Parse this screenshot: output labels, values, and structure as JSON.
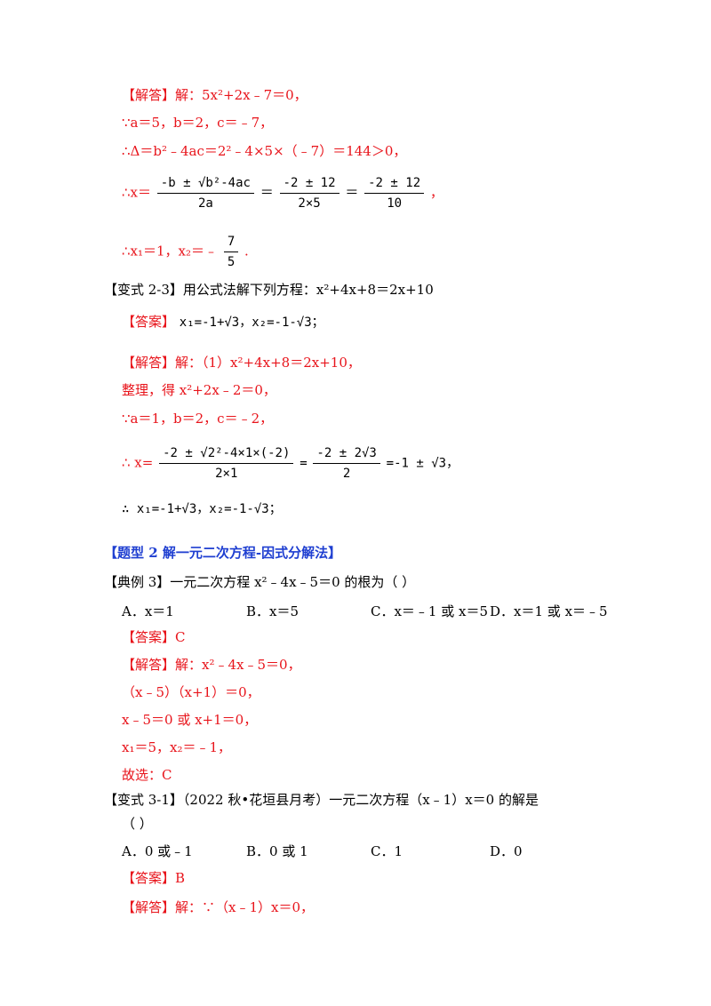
{
  "block1": {
    "l1": "【解答】解：5x²+2x﹣7＝0，",
    "l2": "∵a＝5，b＝2，c＝﹣7，",
    "l3": "∴Δ＝b²﹣4ac＝2²﹣4×5×（﹣7）＝144＞0，",
    "l4_prefix": "∴x＝",
    "f1_num": "-b ± √b²-4ac",
    "f1_den": "2a",
    "eq": "＝",
    "f2_num": "-2 ± 12",
    "f2_den": "2×5",
    "f3_num": "-2 ± 12",
    "f3_den": "10",
    "l4_suffix": "，",
    "l5_prefix": "∴x₁＝1，x₂＝﹣",
    "f4_num": "7",
    "f4_den": "5",
    "l5_suffix": "."
  },
  "var23": {
    "title": "【变式 2-3】用公式法解下列方程：x²+4x+8＝2x+10",
    "answer_label": "【答案】",
    "answer_val": "x₁=-1+√3，x₂=-1-√3；",
    "s1": "【解答】解：（1）x²+4x+8＝2x+10，",
    "s2": "整理，得 x²+2x﹣2＝0，",
    "s3": "∵a＝1，b＝2，c＝﹣2，",
    "s4_prefix": "∴ x=",
    "g1_num": "-2 ± √2²-4×1×(-2)",
    "g1_den": "2×1",
    "g2_num": "-2 ± 2√3",
    "g2_den": "2",
    "s4_tail": "=-1 ± √3，",
    "s5": "∴ x₁=-1+√3，x₂=-1-√3；"
  },
  "section2": {
    "heading": "【题型 2  解一元二次方程-因式分解法】"
  },
  "ex3": {
    "title": "【典例 3】一元二次方程 x²﹣4x﹣5＝0 的根为（        ）",
    "optA": "A．x＝1",
    "optB": "B．x＝5",
    "optC": "C．x＝﹣1 或 x＝5",
    "optD": "D．x＝1 或 x＝﹣5",
    "answer": "【答案】C",
    "s1": "【解答】解：x²﹣4x﹣5＝0，",
    "s2": "（x﹣5）（x+1）＝0，",
    "s3": "x﹣5＝0 或 x+1＝0，",
    "s4": "x₁＝5，x₂＝﹣1，",
    "s5": "故选：C"
  },
  "var31": {
    "title": "【变式 3-1】（2022 秋•花垣县月考）一元二次方程（x﹣1）x＝0 的解是",
    "title2": "（        ）",
    "optA": "A．0 或﹣1",
    "optB": "B．0 或 1",
    "optC": "C．1",
    "optD": "D．0",
    "answer": "【答案】B",
    "s1": "【解答】解：∵（x﹣1）x＝0，"
  }
}
